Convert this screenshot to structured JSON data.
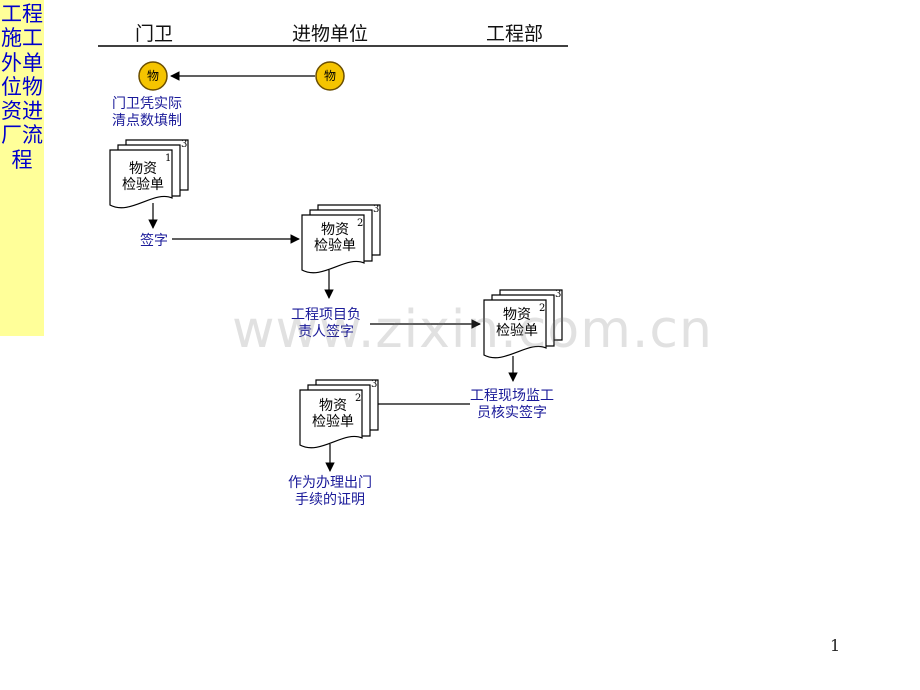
{
  "sidebar": {
    "title": "工程施工外单位物资进厂流程"
  },
  "columns": [
    "门卫",
    "进物单位",
    "工程部"
  ],
  "nodes": {
    "circle_left": "物",
    "circle_right": "物",
    "doc_title_line1": "物资",
    "doc_title_line2": "检验单",
    "doc1_nums": [
      "3",
      "1"
    ],
    "doc2_nums": [
      "3",
      "2"
    ],
    "doc3_nums": [
      "3",
      "2"
    ],
    "doc4_nums": [
      "3",
      "2"
    ]
  },
  "labels": {
    "step1": "门卫凭实际\n清点数填制",
    "step2": "签字",
    "step3": "工程项目负\n责人签字",
    "step4": "工程现场监工\n员核实签字",
    "step5": "作为办理出门\n手续的证明"
  },
  "watermark": "www.zixin.com.cn",
  "page_number": "1",
  "colors": {
    "sidebar_bg": "#ffff99",
    "sidebar_text": "#0000cc",
    "circle_fill": "#f5c400",
    "label_text": "#1a1a99"
  }
}
